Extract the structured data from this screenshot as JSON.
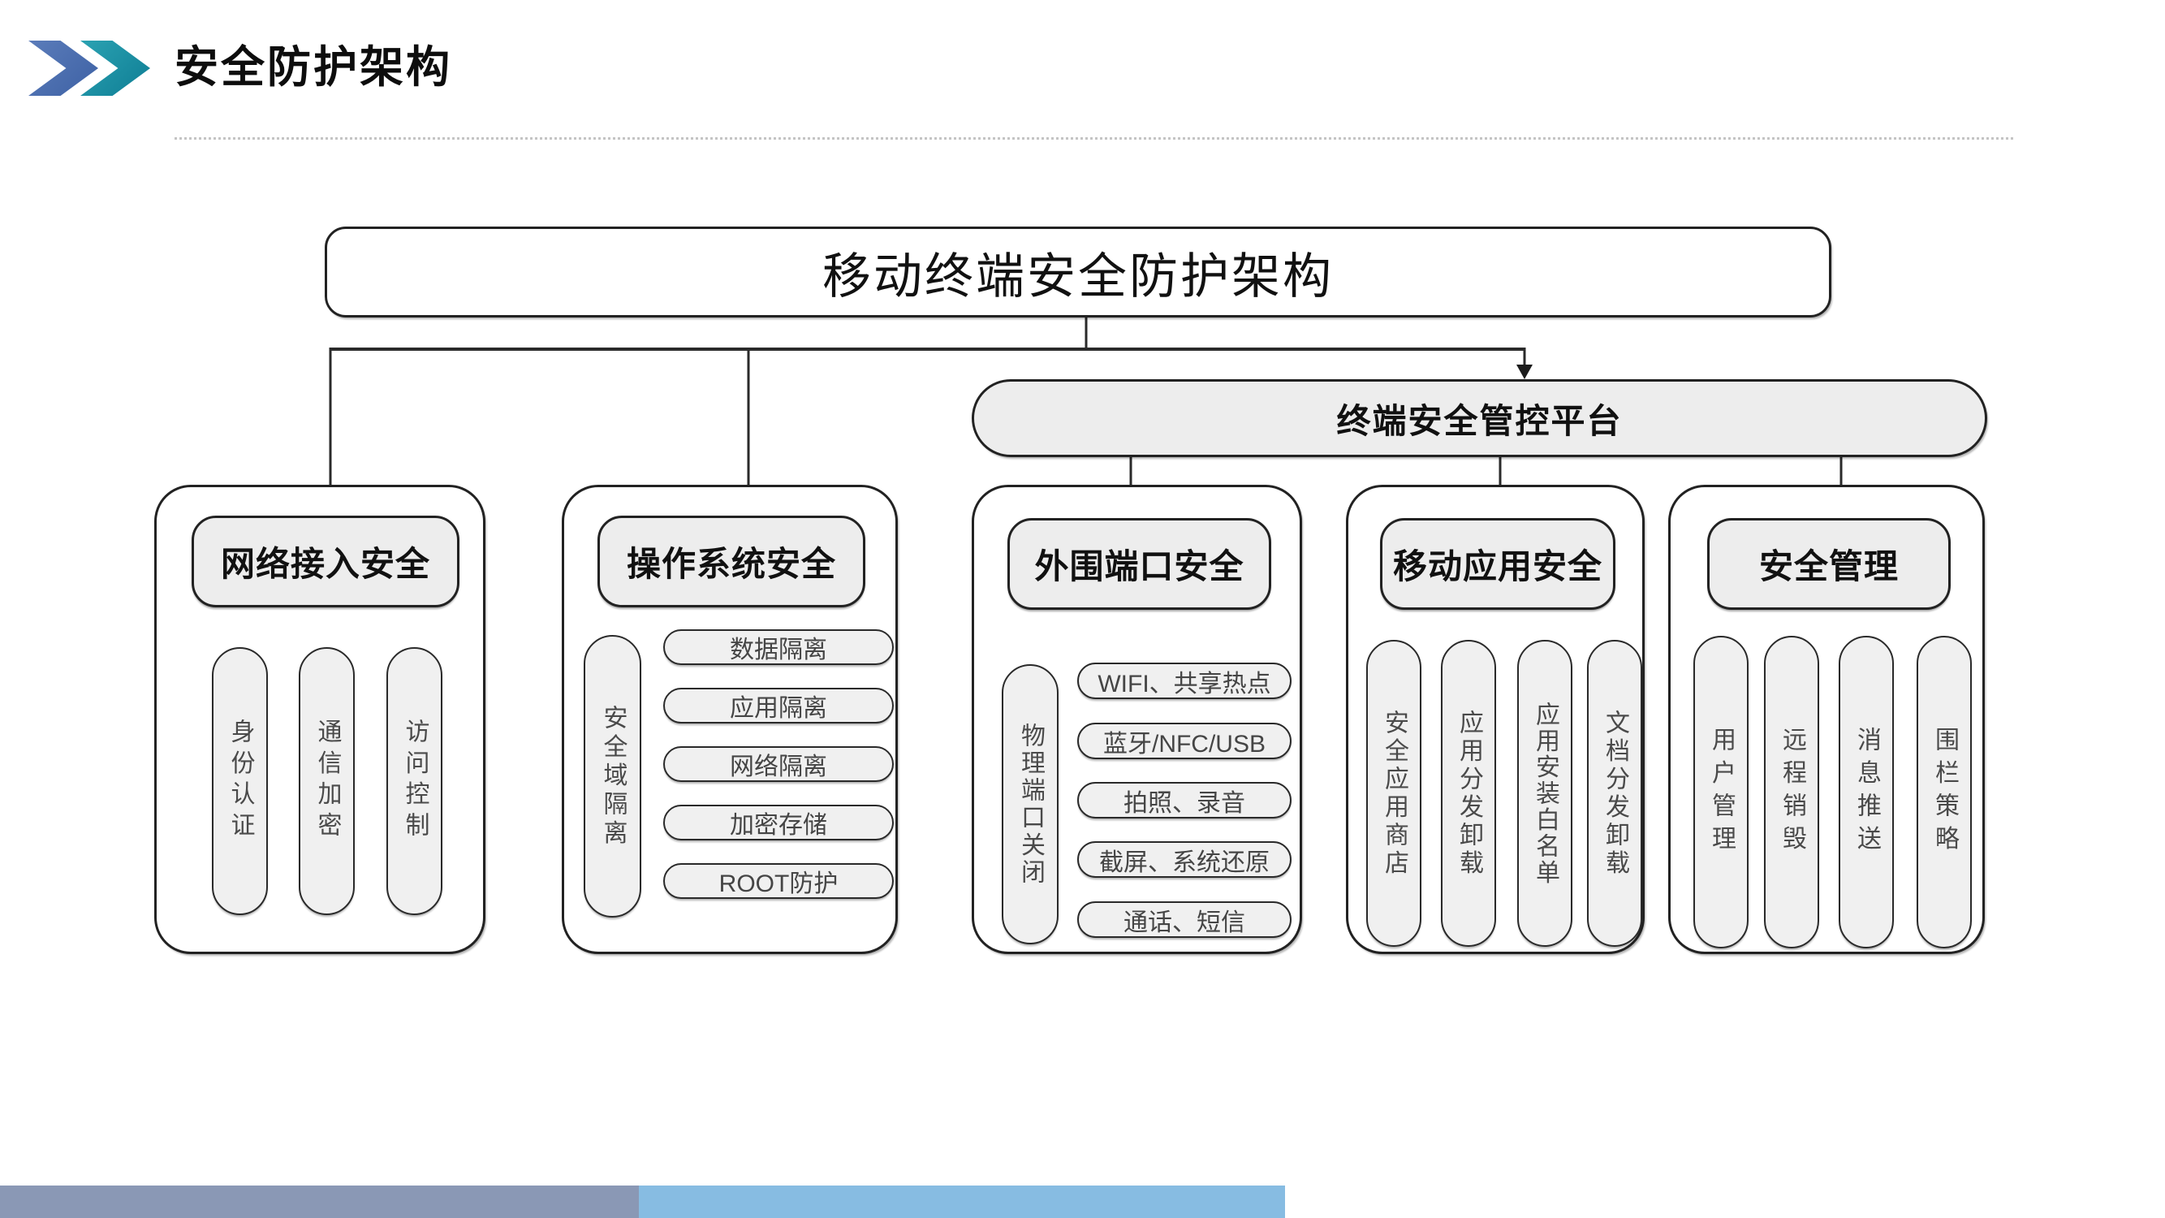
{
  "header": {
    "title": "安全防护架构",
    "logo_icon": "double-chevron-right-icon"
  },
  "diagram": {
    "root": {
      "label": "移动终端安全防护架构"
    },
    "platform": {
      "label": "终端安全管控平台"
    },
    "columns": [
      {
        "title": "网络接入安全",
        "vertical_items": [
          "身份认证",
          "通信加密",
          "访问控制"
        ],
        "pills": []
      },
      {
        "title": "操作系统安全",
        "vertical_items": [
          "安全域隔离"
        ],
        "pills": [
          "数据隔离",
          "应用隔离",
          "网络隔离",
          "加密存储",
          "ROOT防护"
        ]
      },
      {
        "title": "外围端口安全",
        "vertical_items": [
          "物理端口关闭"
        ],
        "pills": [
          "WIFI、共享热点",
          "蓝牙/NFC/USB",
          "拍照、录音",
          "截屏、系统还原",
          "通话、短信"
        ]
      },
      {
        "title": "移动应用安全",
        "vertical_items": [
          "安全应用商店",
          "应用分发卸载",
          "应用安装白名单",
          "文档分发卸载"
        ],
        "pills": []
      },
      {
        "title": "安全管理",
        "vertical_items": [
          "用户管理",
          "远程销毁",
          "消息推送",
          "围栏策略"
        ],
        "pills": []
      }
    ]
  },
  "colors": {
    "chevron_blue": "#4a6fae",
    "chevron_teal": "#1a8ba0",
    "box_border": "#222222",
    "gray_fill": "#ededed",
    "line": "#2a2a2a",
    "footer_bar_left": "#8a98b5",
    "footer_bar_right": "#87bce2"
  }
}
